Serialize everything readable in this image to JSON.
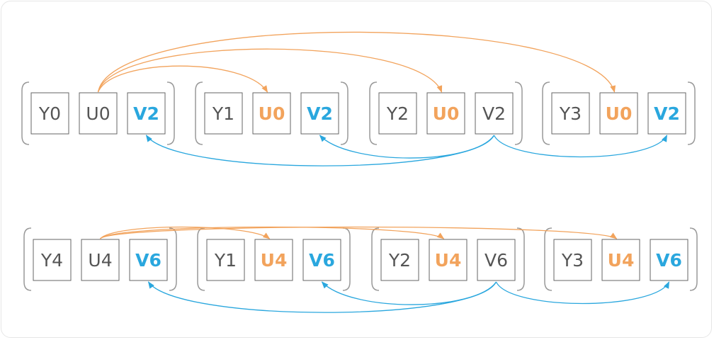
{
  "colors": {
    "text": "#555555",
    "u_copy": "#f2a35c",
    "v_copy": "#2aa7de",
    "box_border": "#666666",
    "bracket": "#999999"
  },
  "rows": [
    {
      "groups": [
        {
          "cells": [
            {
              "label": "Y0",
              "kind": "plain"
            },
            {
              "label": "U0",
              "kind": "plain"
            },
            {
              "label": "V2",
              "kind": "v_copy"
            }
          ]
        },
        {
          "cells": [
            {
              "label": "Y1",
              "kind": "plain"
            },
            {
              "label": "U0",
              "kind": "u_copy"
            },
            {
              "label": "V2",
              "kind": "v_copy"
            }
          ]
        },
        {
          "cells": [
            {
              "label": "Y2",
              "kind": "plain"
            },
            {
              "label": "U0",
              "kind": "u_copy"
            },
            {
              "label": "V2",
              "kind": "plain"
            }
          ]
        },
        {
          "cells": [
            {
              "label": "Y3",
              "kind": "plain"
            },
            {
              "label": "U0",
              "kind": "u_copy"
            },
            {
              "label": "V2",
              "kind": "v_copy"
            }
          ]
        }
      ]
    },
    {
      "groups": [
        {
          "cells": [
            {
              "label": "Y4",
              "kind": "plain"
            },
            {
              "label": "U4",
              "kind": "plain"
            },
            {
              "label": "V6",
              "kind": "v_copy"
            }
          ]
        },
        {
          "cells": [
            {
              "label": "Y1",
              "kind": "plain"
            },
            {
              "label": "U4",
              "kind": "u_copy"
            },
            {
              "label": "V6",
              "kind": "v_copy"
            }
          ]
        },
        {
          "cells": [
            {
              "label": "Y2",
              "kind": "plain"
            },
            {
              "label": "U4",
              "kind": "u_copy"
            },
            {
              "label": "V6",
              "kind": "plain"
            }
          ]
        },
        {
          "cells": [
            {
              "label": "Y3",
              "kind": "plain"
            },
            {
              "label": "U4",
              "kind": "u_copy"
            },
            {
              "label": "V6",
              "kind": "v_copy"
            }
          ]
        }
      ]
    }
  ]
}
